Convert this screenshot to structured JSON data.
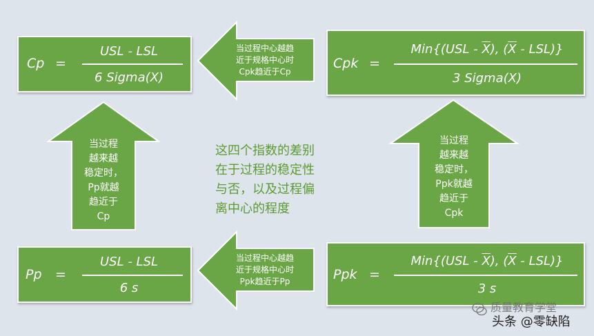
{
  "colors": {
    "background": "#dde4ec",
    "box_fill": "#6aa646",
    "box_border": "#ffffff",
    "arrow_fill": "#6aa646",
    "note_text": "#5e9a33"
  },
  "formulas": {
    "cp": {
      "lhs": "Cp",
      "eq": "=",
      "numerator": "USL - LSL",
      "denominator": "6 Sigma(X)"
    },
    "cpk": {
      "lhs": "Cpk",
      "eq": "=",
      "num_part1": "Min{(USL - ",
      "num_xbar1": "X",
      "num_part2": "), (",
      "num_xbar2": "X",
      "num_part3": " - LSL)}",
      "denominator": "3 Sigma(X)"
    },
    "pp": {
      "lhs": "Pp",
      "eq": "=",
      "numerator": "USL - LSL",
      "denominator": "6 s"
    },
    "ppk": {
      "lhs": "Ppk",
      "eq": "=",
      "num_part1": "Min{(USL - ",
      "num_xbar1": "X",
      "num_part2": "), (",
      "num_xbar2": "X",
      "num_part3": " - LSL)}",
      "denominator": "3 s"
    }
  },
  "arrows": {
    "top": {
      "direction": "left",
      "lines": [
        "当过程中心越趋",
        "近于规格中心时",
        "Cpk趋近于Cp"
      ]
    },
    "bottom": {
      "direction": "left",
      "lines": [
        "当过程中心越趋",
        "近于规格中心时",
        "Ppk趋近于Pp"
      ]
    },
    "left": {
      "direction": "up",
      "lines": [
        "当过程",
        "越来越",
        "稳定时，",
        "Pp就越",
        "趋近于",
        "Cp"
      ]
    },
    "right": {
      "direction": "up",
      "lines": [
        "当过程",
        "越来越",
        "稳定时，",
        "Ppk就越",
        "趋近于",
        "Cpk"
      ]
    }
  },
  "center_note": {
    "lines": [
      "这四个指数的差别",
      "在于过程的稳定性",
      "与否，以及过程偏",
      "离中心的程度"
    ]
  },
  "watermark": {
    "line1": "质量教育学堂",
    "line2": "头条 @零缺陷",
    "icon": "wechat-icon"
  }
}
